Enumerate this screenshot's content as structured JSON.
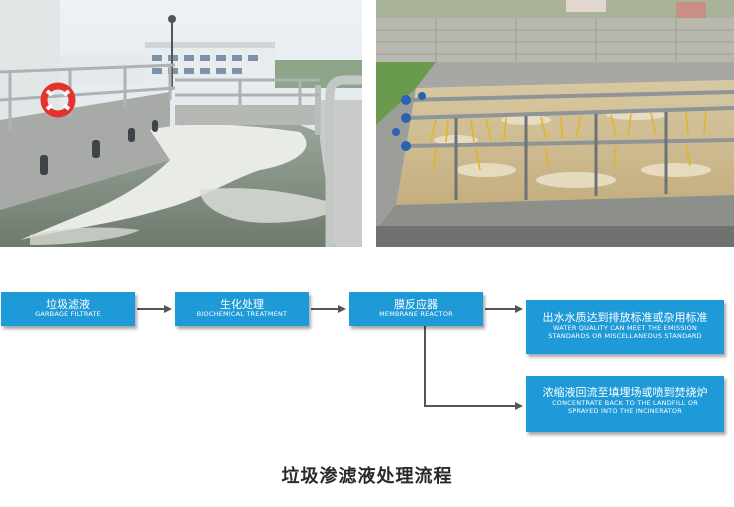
{
  "flow": {
    "steps": [
      {
        "cn": "垃圾滤液",
        "en": "GARBAGE FILTRATE"
      },
      {
        "cn": "生化处理",
        "en": "BIOCHEMICAL TREATMENT"
      },
      {
        "cn": "膜反应器",
        "en": "MEMBRANE REACTOR"
      }
    ],
    "outputs": [
      {
        "cn": "出水水质达到排放标准或杂用标准",
        "en1": "WATER QUALITY CAN MEET THE EMISSION",
        "en2": "STANDARDS OR MISCELLANEOUS STANDARD"
      },
      {
        "cn": "浓缩液回流至填埋场或喷到焚烧炉",
        "en1": "CONCENTRATE BACK TO THE LANDFILL OR",
        "en2": "SPRAYED INTO THE INCINERATOR"
      }
    ]
  },
  "title": "垃圾渗滤液处理流程",
  "colors": {
    "box": "#1f9ad8",
    "arrow": "#555555"
  }
}
